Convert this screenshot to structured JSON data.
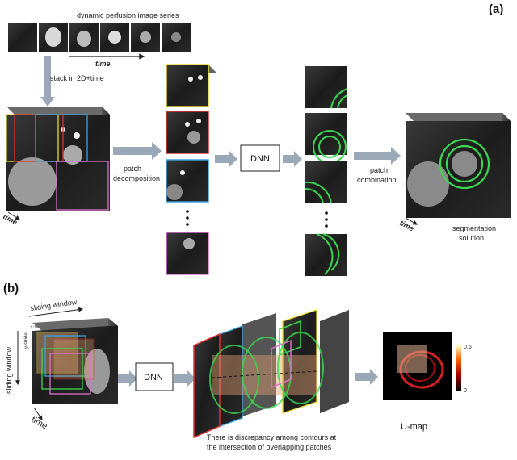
{
  "panel_a": {
    "tag": "(a)",
    "series_title": "dynamic perfusion image series",
    "time_arrow": "time",
    "stack_label": "stack in 2D+time",
    "time_axis": "time",
    "decomp_line1": "patch",
    "decomp_line2": "decomposition",
    "dnn": "DNN",
    "comb_line1": "patch",
    "comb_line2": "combination",
    "seg_line1": "segmentation",
    "seg_line2": "solution",
    "time_axis_right": "time"
  },
  "panel_b": {
    "tag": "(b)",
    "sliding_top": "sliding window",
    "sliding_left": "sliding window",
    "x_stride": "x-stride",
    "y_stride": "y-stride",
    "time_axis": "time",
    "dnn": "DNN",
    "caption_line1": "There is discrepancy among contours at",
    "caption_line2": "the intersection of overlapping patches",
    "umap_label": "U-map",
    "scale_max": "0.5",
    "scale_min": "0"
  },
  "colors": {
    "yellow": "#e8d830",
    "red": "#e03030",
    "blue": "#3aa0e0",
    "pink": "#e070d0",
    "green": "#3ad850",
    "arrow": "#9aa8b8"
  }
}
